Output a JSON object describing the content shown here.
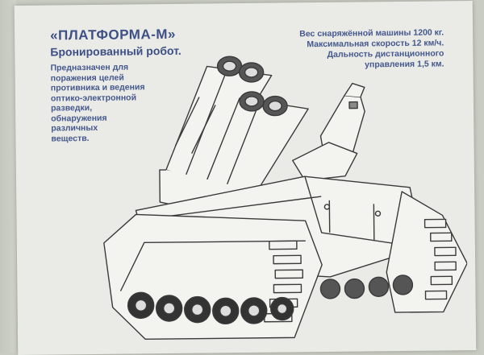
{
  "header": {
    "title": "«ПЛАТФОРМА-М»",
    "subtitle": "Бронированный робот."
  },
  "description": {
    "lines": [
      "Предназначен для",
      "поражения целей",
      "противника и ведения",
      "оптико-электронной",
      "разведки,",
      "обнаружения",
      "различных",
      "веществ."
    ]
  },
  "specs": {
    "lines": [
      "Вес снаряжённой машины 1200 кг.",
      "Максимальная скорость 12 км/ч.",
      "Дальность дистанционного",
      "управления 1,5 км."
    ]
  },
  "illustration": {
    "subject": "tracked-robot-with-rocket-launcher",
    "line_color": "#3a3a3a"
  },
  "colors": {
    "text_accent": "#3d4f85",
    "paper": "#eaebe6",
    "background": "#c9ccc2"
  }
}
